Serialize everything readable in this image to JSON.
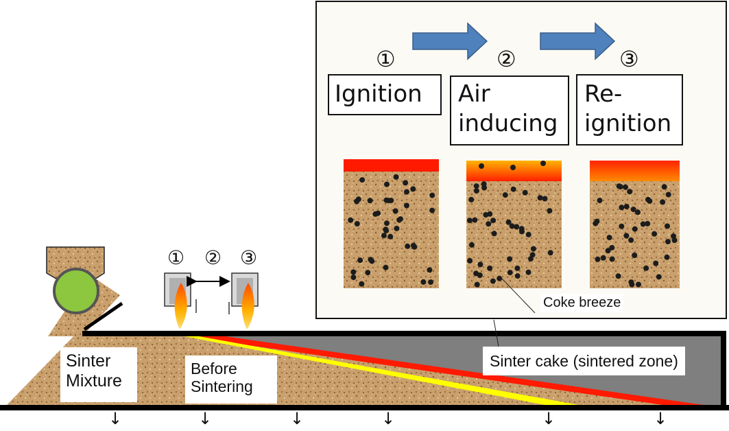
{
  "colors": {
    "mixture": "#c8a06e",
    "coke": "#1c1c1c",
    "sinter_cake": "#7f7f7f",
    "flame_front": "#ff1a00",
    "yellow_front": "#ffff00",
    "arrow_blue": "#4f81bd",
    "drum": "#8dc63f"
  },
  "inset": {
    "steps": [
      {
        "num": "①",
        "label": "Ignition"
      },
      {
        "num": "②",
        "label": "Air inducing"
      },
      {
        "num": "③",
        "label": "Re-ignition"
      }
    ],
    "coke_label": "Coke breeze"
  },
  "machine": {
    "burner_nums": [
      "①",
      "②",
      "③"
    ],
    "sinter_mixture": "Sinter Mixture",
    "before_sintering": "Before Sintering",
    "sinter_cake": "Sinter cake (sintered zone)",
    "suction_arrows": [
      "↓",
      "↓",
      "↓",
      "↓",
      "↓",
      "↓"
    ]
  }
}
